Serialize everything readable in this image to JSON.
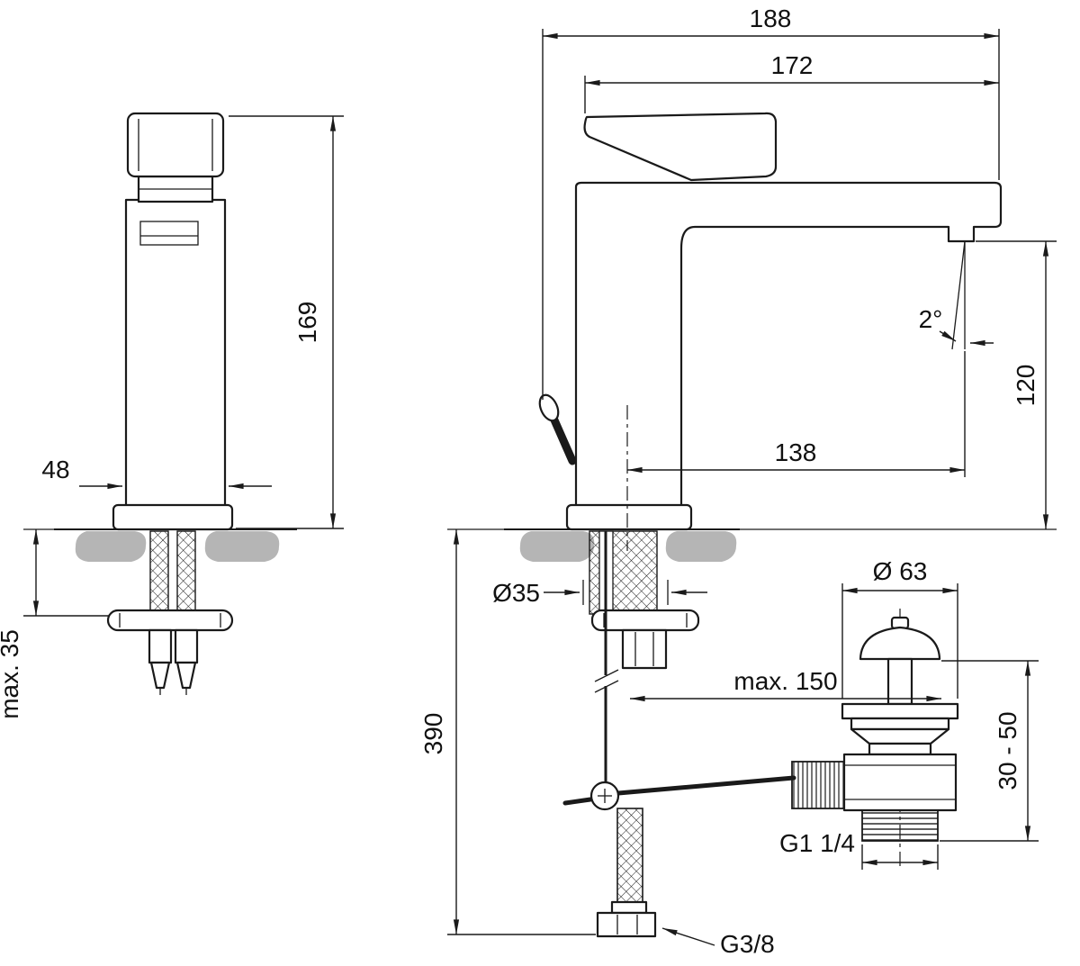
{
  "drawing": {
    "background": "#ffffff",
    "line_color": "#1a1a1a",
    "material_color": "#b5b5b5",
    "front_view": {
      "height": "169",
      "body_width": "48",
      "max_deck_thickness": "max. 35"
    },
    "side_view": {
      "total_depth": "188",
      "handle_depth": "172",
      "outlet_height": "120",
      "spout_reach": "138",
      "stream_angle": "2°",
      "hole_diameter": "Ø35",
      "below_deck_length": "390",
      "waste_cap_diameter": "Ø 63",
      "max_linkage_reach": "max. 150",
      "waste_adjust_range": "30 - 50",
      "waste_thread": "G1 1/4",
      "supply_thread": "G3/8"
    }
  }
}
